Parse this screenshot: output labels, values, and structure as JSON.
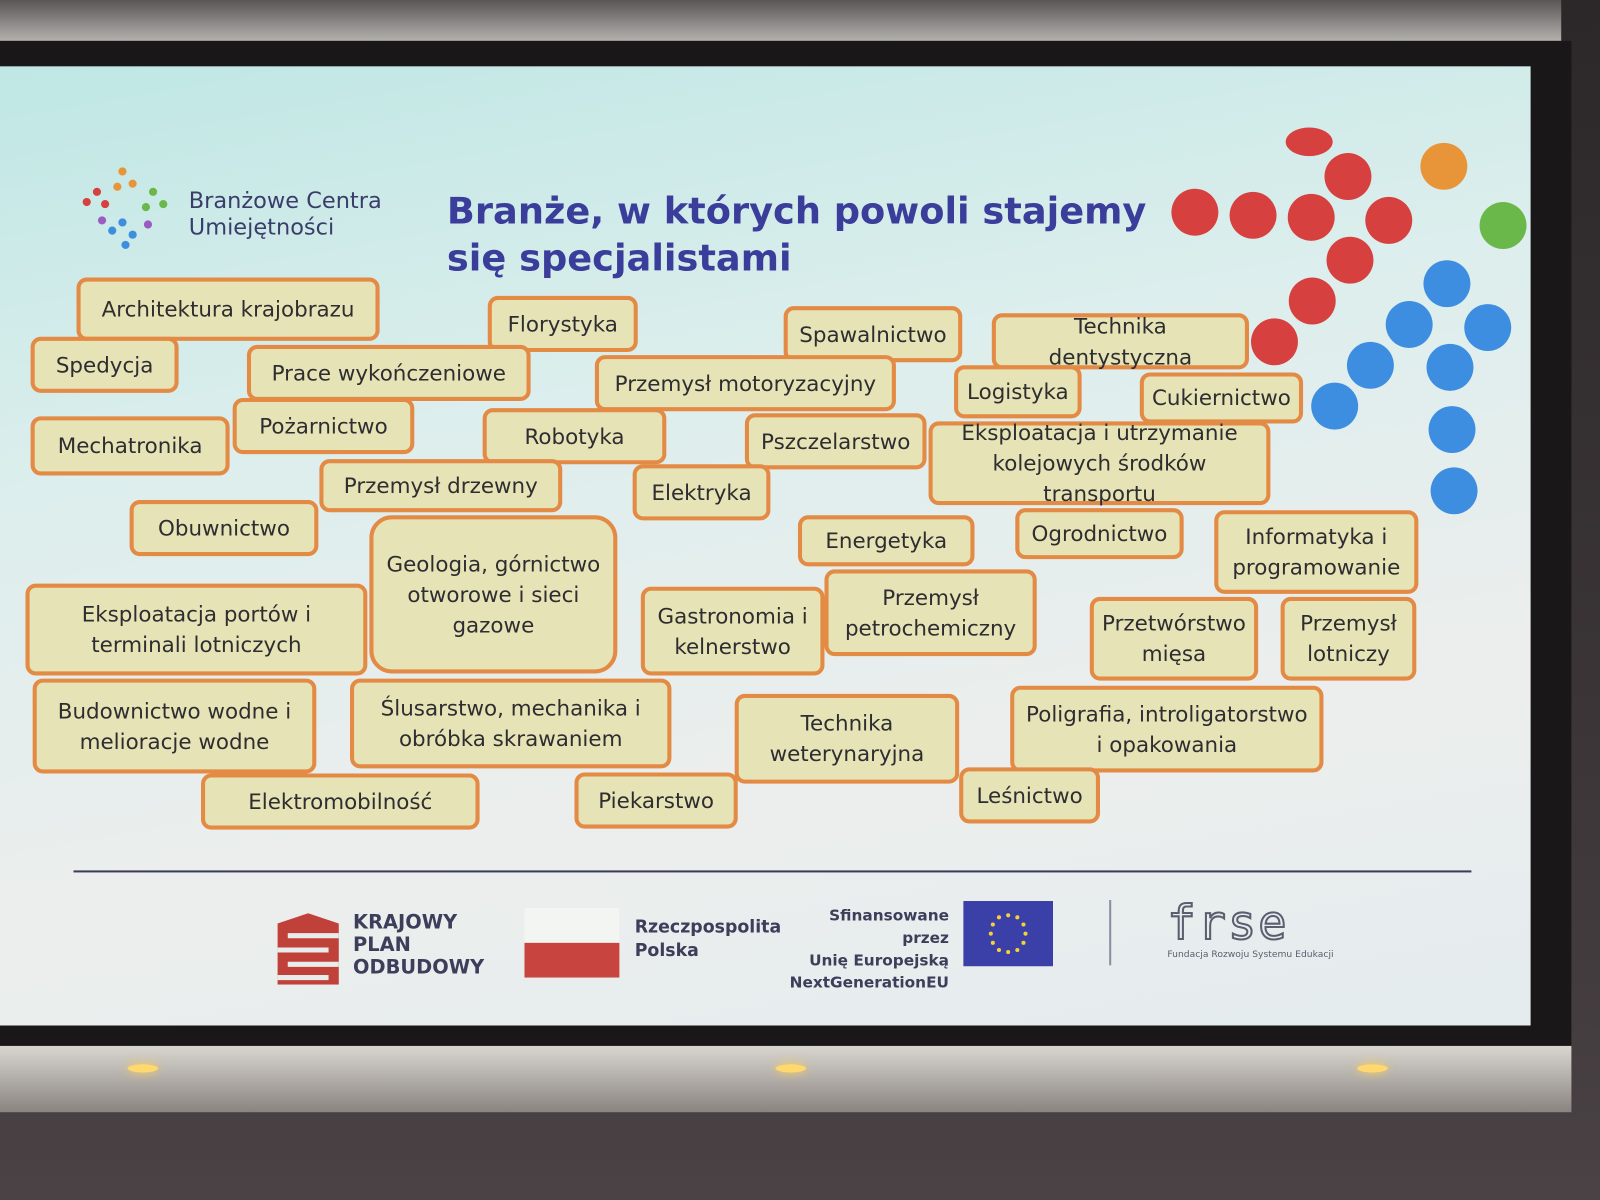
{
  "brand": {
    "line1": "Branżowe Centra",
    "line2": "Umiejętności"
  },
  "title": "Branże, w których powoli stajemy się specjalistami",
  "tags": [
    "Architektura krajobrazu",
    "Florystyka",
    "Spawalnictwo",
    "Technika dentystyczna",
    "Spedycja",
    "Prace wykończeniowe",
    "Przemysł motoryzacyjny",
    "Logistyka",
    "Cukiernictwo",
    "Mechatronika",
    "Pożarnictwo",
    "Robotyka",
    "Pszczelarstwo",
    "Eksploatacja i utrzymanie kolejowych środków transportu",
    "Przemysł drzewny",
    "Elektryka",
    "Obuwnictwo",
    "Geologia, górnictwo otworowe i sieci gazowe",
    "Energetyka",
    "Ogrodnictwo",
    "Informatyka i programowanie",
    "Eksploatacja portów i terminali lotniczych",
    "Gastronomia i kelnerstwo",
    "Przemysł petrochemiczny",
    "Przetwórstwo mięsa",
    "Przemysł lotniczy",
    "Budownictwo wodne i melioracje wodne",
    "Ślusarstwo, mechanika i obróbka skrawaniem",
    "Technika weterynaryjna",
    "Poligrafia, introligatorstwo i opakowania",
    "Elektromobilność",
    "Piekarstwo",
    "Leśnictwo"
  ],
  "footer": {
    "kpo": [
      "KRAJOWY",
      "PLAN",
      "ODBUDOWY"
    ],
    "rp": [
      "Rzeczpospolita",
      "Polska"
    ],
    "eu": [
      "Sfinansowane przez",
      "Unię Europejską",
      "NextGenerationEU"
    ],
    "frse_logo": "frse",
    "frse_caption": "Fundacja Rozwoju Systemu Edukacji"
  },
  "colors": {
    "tag_fill": "#e6e3b6",
    "tag_border": "#e38a45",
    "title": "#3a3d9a",
    "red": "#d6403f",
    "blue": "#3d8ee0"
  }
}
